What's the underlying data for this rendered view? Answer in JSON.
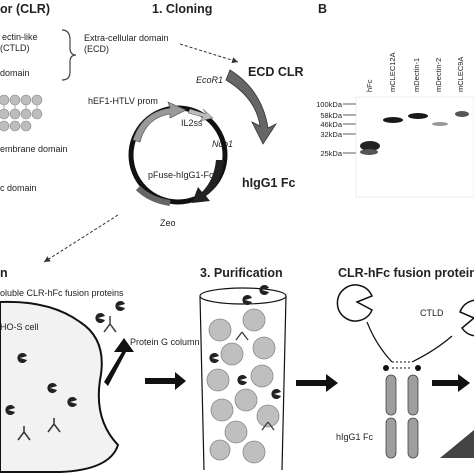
{
  "panel_a": {
    "title_partial": "or (CLR)",
    "labels": {
      "ctld_line1": "ectin-like",
      "ctld_line2": "(CTLD)",
      "domain": "domain",
      "tm_domain": "embrane domain",
      "cyt_domain": "c domain"
    }
  },
  "cloning": {
    "title": "1. Cloning",
    "ecd_line1": "Extra-cellular domain",
    "ecd_line2": "(ECD)",
    "ecd_clr": "ECD CLR",
    "ecori": "EcoR1",
    "nco1": "Nco1",
    "promoter": "hEF1-HTLV prom",
    "il2ss": "IL2ss",
    "plasmid": "pFuse-hIgG1-Fc",
    "higg1_fc": "hIgG1 Fc",
    "zeo": "Zeo"
  },
  "panel_b": {
    "letter": "B",
    "lanes": [
      "hFc",
      "mCLEC12A",
      "mDectin-1",
      "mDectin-2",
      "mCLEC9A"
    ],
    "markers": [
      "100kDa",
      "58kDa",
      "46kDa",
      "32kDa",
      "25kDa"
    ]
  },
  "expression": {
    "title_partial": "n",
    "soluble_label": "oluble CLR-hFc fusion proteins",
    "cell_label": "HO-S cell"
  },
  "purification": {
    "title": "3. Purification",
    "column_label": "Protein G column"
  },
  "fusion": {
    "title": "CLR-hFc fusion protein",
    "ctld": "CTLD",
    "higg1_fc": "hIgG1 Fc"
  }
}
